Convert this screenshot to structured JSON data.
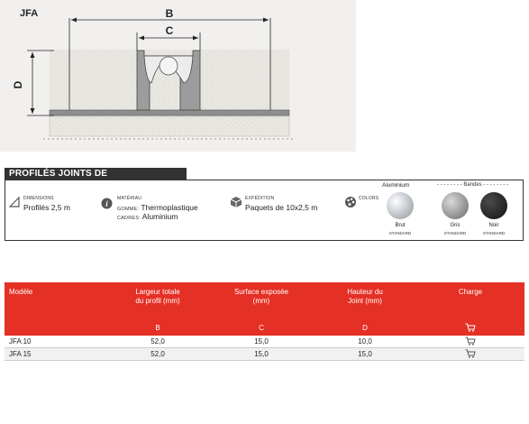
{
  "product_code": "JFA",
  "drawing": {
    "label_b": "B",
    "label_c": "C",
    "label_d": "D"
  },
  "section_title": "PROFILÉS JOINTS DE FRACTIONNEMENT",
  "specs": {
    "dimensions": {
      "label": "DIMENSIONS",
      "value": "Profilés 2,5 m"
    },
    "material": {
      "label": "MATÉRIAU",
      "line1_key": "GOMME:",
      "line1_val": "Thermoplastique",
      "line2_key": "CADRES:",
      "line2_val": "Aluminium"
    },
    "shipping": {
      "label": "EXPÉDITION",
      "value": "Paquets de 10x2,5 m"
    },
    "colors": {
      "label": "COLORS"
    }
  },
  "finishes": {
    "aluminium_label": "Aluminium",
    "bandes_label": "- - - - - - - - Bandes - - - - - - - -",
    "swatches": [
      {
        "name": "Brut",
        "standard": "STANDARD",
        "color": "#c9ced3"
      },
      {
        "name": "Gris",
        "standard": "STANDARD",
        "color": "#9a9a9a"
      },
      {
        "name": "Noir",
        "standard": "STANDARD",
        "color": "#2b2b2b"
      }
    ]
  },
  "table": {
    "headers": {
      "model": "Modèle",
      "width_l1": "Largeur totale",
      "width_l2": "du profil (mm)",
      "surface_l1": "Surface exposée",
      "surface_l2": "(mm)",
      "height_l1": "Hauteur du",
      "height_l2": "Joint (mm)",
      "load": "Charge"
    },
    "codes": {
      "b": "B",
      "c": "C",
      "d": "D"
    },
    "rows": [
      {
        "model": "JFA 10",
        "b": "52,0",
        "c": "15,0",
        "d": "10,0"
      },
      {
        "model": "JFA 15",
        "b": "52,0",
        "c": "15,0",
        "d": "15,0"
      }
    ]
  },
  "colors": {
    "red": "#e53025",
    "dark": "#333333"
  }
}
